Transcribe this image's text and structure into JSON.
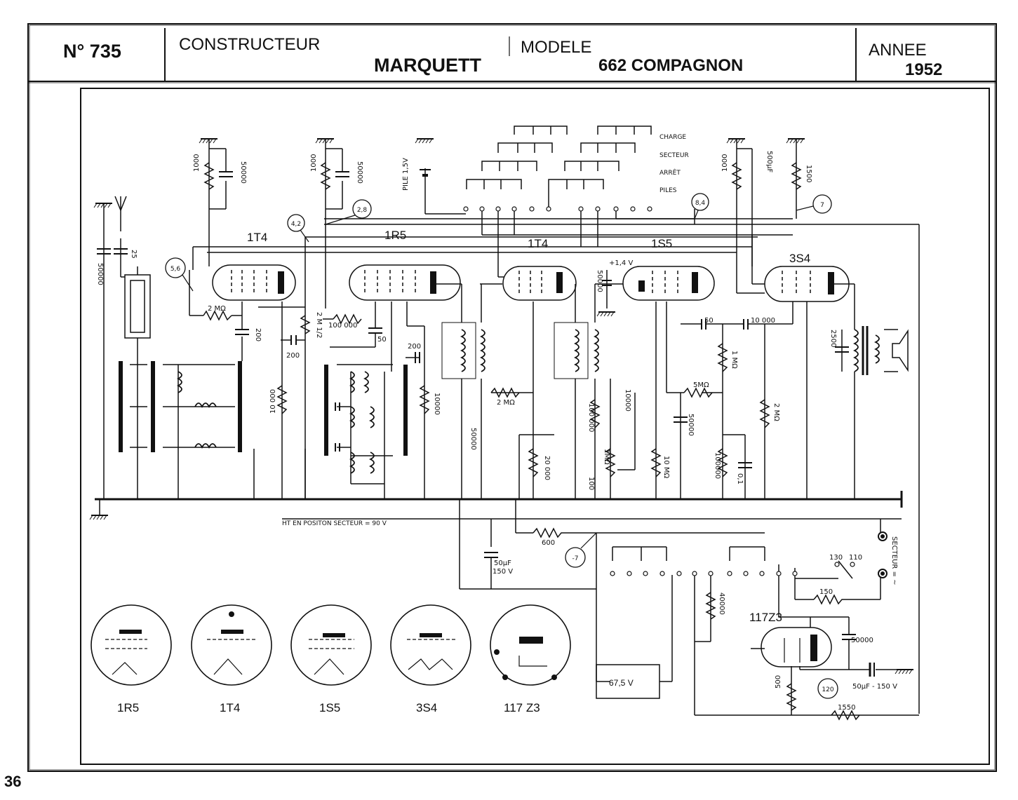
{
  "header": {
    "number": "N° 735",
    "constructeur_label": "CONSTRUCTEUR",
    "constructeur": "MARQUETT",
    "modele_label": "MODELE",
    "modele": "662 COMPAGNON",
    "annee_label": "ANNEE",
    "annee": "1952"
  },
  "tubes": [
    "1T4",
    "1R5",
    "1T4",
    "1S5",
    "3S4"
  ],
  "switch_positions": [
    "CHARGE",
    "SECTEUR",
    "ARRÊT",
    "PILES"
  ],
  "test_points": [
    "5,6",
    "4,2",
    "2,8",
    "8,4",
    "7",
    "-7",
    "120"
  ],
  "components": {
    "c50000_a": "50000",
    "c25": "25",
    "r1000_a": "1000",
    "c50000_b": "50000",
    "r1000_b": "1000",
    "c50000_c": "50000",
    "pile": "PILE 1,5V",
    "r1000_c": "1000",
    "c500": "500μF",
    "r1500": "1500",
    "r2m_a": "2 MΩ",
    "c200_a": "200",
    "r2m5": "2 M 1/2",
    "r100000_a": "100 000",
    "c50": "50",
    "c200_b": "200",
    "c200_c": "200",
    "r10000_a": "10 000",
    "r10000_b": "10000",
    "r2m_b": "2 MΩ",
    "c50000_d": "50000",
    "r20000": "20 000",
    "v14": "+1,4 V",
    "c50000_e": "50000",
    "r100000_b": "100 000",
    "r1m_a": "1MΩ",
    "c100": "100",
    "c10000_a": "10000",
    "r10m": "10 MΩ",
    "c50_b": "50",
    "c10000_b": "10 000",
    "r1m_b": "1 MΩ",
    "r5m": "5MΩ",
    "c50000_f": "50000",
    "r100000_c": "100000",
    "c01": "0,1",
    "r2m_c": "2 MΩ",
    "c2500": "2500",
    "ht_note": "HT EN POSITON SECTEUR = 90 V",
    "r600": "600",
    "c50uf": "50μF",
    "v150": "150 V",
    "r40000": "40000",
    "v130": "130",
    "v110": "110",
    "r150": "150",
    "secteur": "SECTEUR = ~",
    "tube_117": "117Z3",
    "c50000_g": "50000",
    "c50uf150": "50μF - 150 V",
    "r500": "500",
    "r1550": "1550",
    "batt": "67,5 V"
  },
  "bases": [
    "1R5",
    "1T4",
    "1S5",
    "3S4",
    "117 Z3"
  ],
  "page_number": "36"
}
